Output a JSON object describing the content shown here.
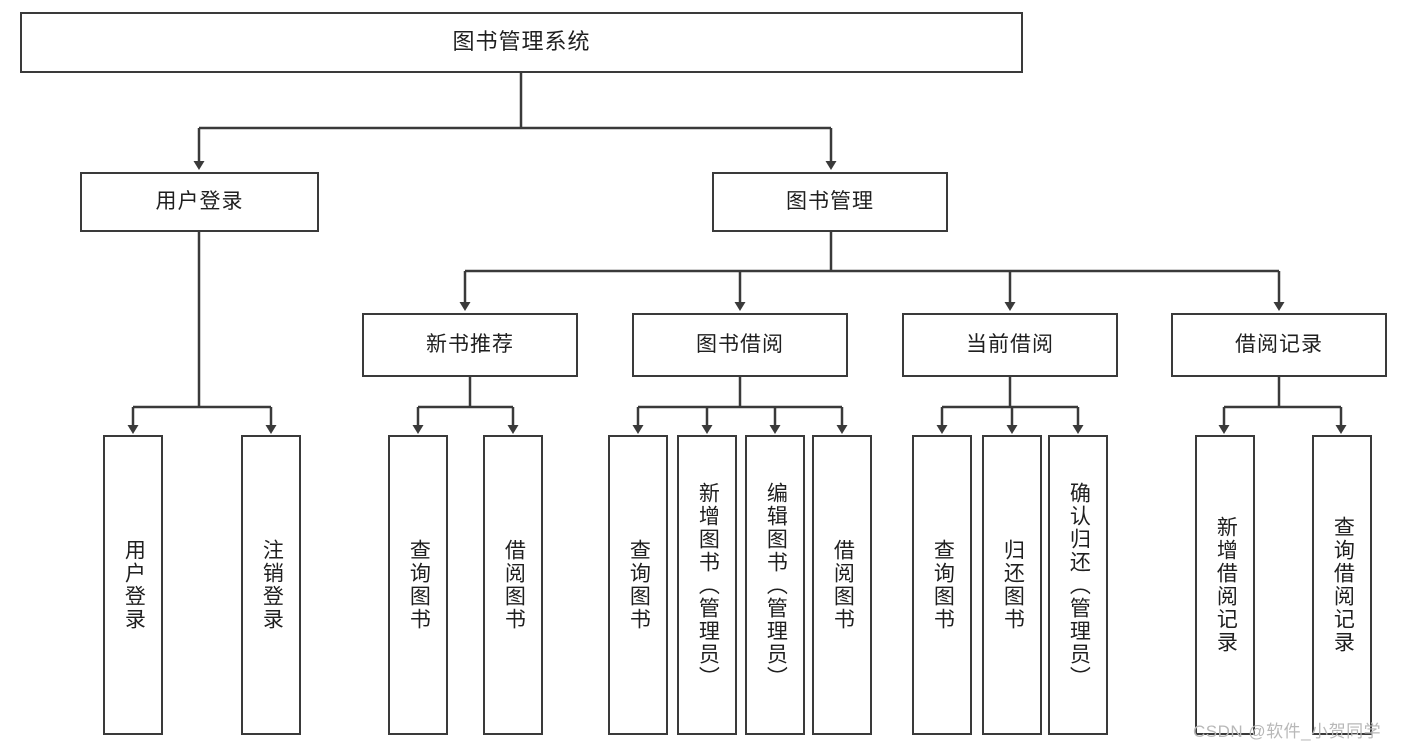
{
  "diagram": {
    "title": "图书管理系统",
    "type": "tree-hierarchy-diagram",
    "colors": {
      "box_border": "#3a3a3a",
      "box_fill": "#ffffff",
      "text": "#1f1f1f",
      "edge": "#3a3a3a",
      "watermark": "#b8b8b8",
      "background": "#ffffff"
    },
    "root": {
      "label": "图书管理系统"
    },
    "level2": [
      {
        "label": "用户登录"
      },
      {
        "label": "图书管理"
      }
    ],
    "level3": [
      {
        "label": "新书推荐"
      },
      {
        "label": "图书借阅"
      },
      {
        "label": "当前借阅"
      },
      {
        "label": "借阅记录"
      }
    ],
    "leaves": {
      "user_login": [
        {
          "label": "用户登录"
        },
        {
          "label": "注销登录"
        }
      ],
      "new_book_recommend": [
        {
          "label": "查询图书"
        },
        {
          "label": "借阅图书"
        }
      ],
      "book_borrow": [
        {
          "label": "查询图书"
        },
        {
          "label": "新增图书（管理员）"
        },
        {
          "label": "编辑图书（管理员）"
        },
        {
          "label": "借阅图书"
        }
      ],
      "current_borrow": [
        {
          "label": "查询图书"
        },
        {
          "label": "归还图书"
        },
        {
          "label": "确认归还（管理员）"
        }
      ],
      "borrow_record": [
        {
          "label": "新增借阅记录"
        },
        {
          "label": "查询借阅记录"
        }
      ]
    }
  },
  "watermark": {
    "text": "CSDN @软件_小贺同学"
  }
}
